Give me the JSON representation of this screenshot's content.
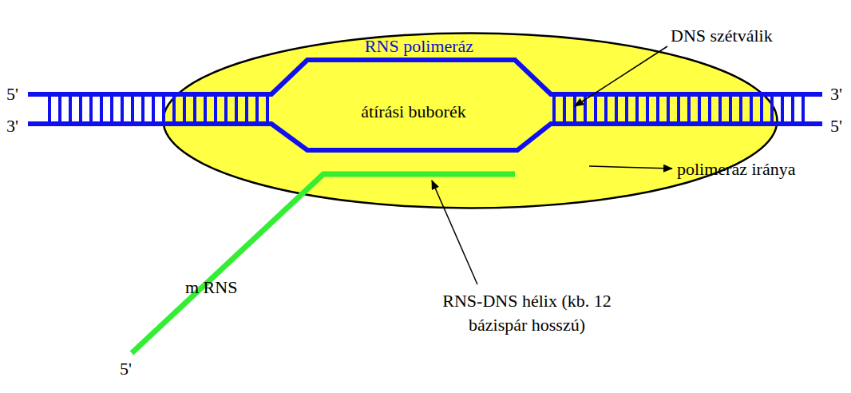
{
  "diagram": {
    "nodes": [
      {
        "text": [
          "RNS polimeráz",
          "átírási buborék"
        ]
      }
    ],
    "labels": [
      "5'",
      "3'",
      "3'",
      "5'",
      "DNS szétválik",
      "polimeráz iránya",
      "RNS-DNS hélix (kb. 12 bázispár hosszú)",
      "m RNS",
      "5'"
    ]
  }
}
